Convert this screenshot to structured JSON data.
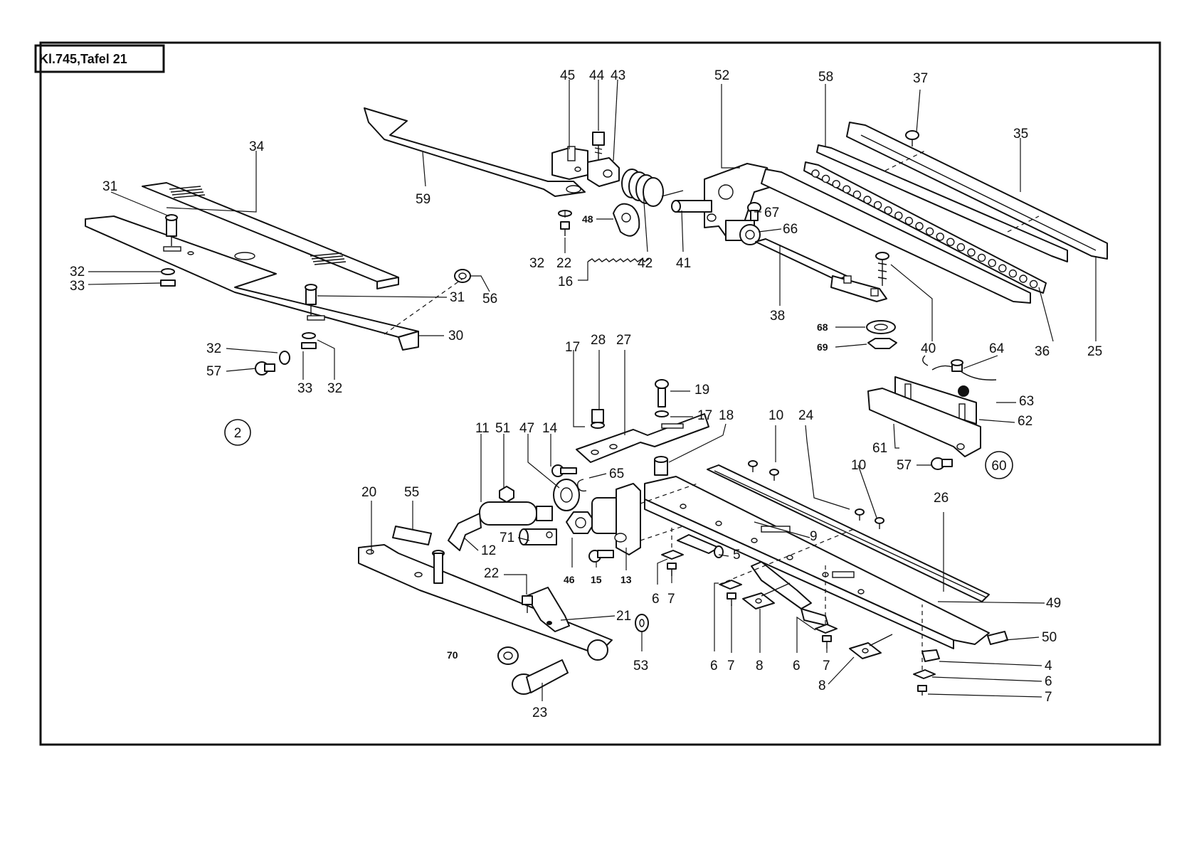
{
  "sheet_title": "Kl.745,Tafel 21",
  "group_labels": [
    "2",
    "60"
  ],
  "part_labels": [
    {
      "id": "p45",
      "text": "45"
    },
    {
      "id": "p44",
      "text": "44"
    },
    {
      "id": "p43",
      "text": "43"
    },
    {
      "id": "p52",
      "text": "52"
    },
    {
      "id": "p58",
      "text": "58"
    },
    {
      "id": "p37",
      "text": "37"
    },
    {
      "id": "p35",
      "text": "35"
    },
    {
      "id": "p34",
      "text": "34"
    },
    {
      "id": "p31a",
      "text": "31"
    },
    {
      "id": "p59",
      "text": "59"
    },
    {
      "id": "p48",
      "text": "48"
    },
    {
      "id": "p67",
      "text": "67"
    },
    {
      "id": "p66",
      "text": "66"
    },
    {
      "id": "p32a",
      "text": "32"
    },
    {
      "id": "p33a",
      "text": "33"
    },
    {
      "id": "p32b",
      "text": "32"
    },
    {
      "id": "p22a",
      "text": "22"
    },
    {
      "id": "p42",
      "text": "42"
    },
    {
      "id": "p41",
      "text": "41"
    },
    {
      "id": "p16",
      "text": "16"
    },
    {
      "id": "p31b",
      "text": "31"
    },
    {
      "id": "p56",
      "text": "56"
    },
    {
      "id": "p38",
      "text": "38"
    },
    {
      "id": "p30",
      "text": "30"
    },
    {
      "id": "p68",
      "text": "68"
    },
    {
      "id": "p69",
      "text": "69"
    },
    {
      "id": "p40",
      "text": "40"
    },
    {
      "id": "p64",
      "text": "64"
    },
    {
      "id": "p36",
      "text": "36"
    },
    {
      "id": "p25",
      "text": "25"
    },
    {
      "id": "p32c",
      "text": "32"
    },
    {
      "id": "p57a",
      "text": "57"
    },
    {
      "id": "p33b",
      "text": "33"
    },
    {
      "id": "p32d",
      "text": "32"
    },
    {
      "id": "p17a",
      "text": "17"
    },
    {
      "id": "p28",
      "text": "28"
    },
    {
      "id": "p27",
      "text": "27"
    },
    {
      "id": "p19",
      "text": "19"
    },
    {
      "id": "p63",
      "text": "63"
    },
    {
      "id": "p17b",
      "text": "17"
    },
    {
      "id": "p18",
      "text": "18"
    },
    {
      "id": "p10a",
      "text": "10"
    },
    {
      "id": "p24",
      "text": "24"
    },
    {
      "id": "p62",
      "text": "62"
    },
    {
      "id": "p11",
      "text": "11"
    },
    {
      "id": "p51",
      "text": "51"
    },
    {
      "id": "p47",
      "text": "47"
    },
    {
      "id": "p14",
      "text": "14"
    },
    {
      "id": "p61",
      "text": "61"
    },
    {
      "id": "p57b",
      "text": "57"
    },
    {
      "id": "p10b",
      "text": "10"
    },
    {
      "id": "p65",
      "text": "65"
    },
    {
      "id": "p20",
      "text": "20"
    },
    {
      "id": "p55",
      "text": "55"
    },
    {
      "id": "p26",
      "text": "26"
    },
    {
      "id": "p9",
      "text": "9"
    },
    {
      "id": "p71",
      "text": "71"
    },
    {
      "id": "p12",
      "text": "12"
    },
    {
      "id": "p5",
      "text": "5"
    },
    {
      "id": "p22b",
      "text": "22"
    },
    {
      "id": "p46",
      "text": "46"
    },
    {
      "id": "p15",
      "text": "15"
    },
    {
      "id": "p13",
      "text": "13"
    },
    {
      "id": "p6a",
      "text": "6"
    },
    {
      "id": "p7a",
      "text": "7"
    },
    {
      "id": "p49",
      "text": "49"
    },
    {
      "id": "p21",
      "text": "21"
    },
    {
      "id": "p50",
      "text": "50"
    },
    {
      "id": "p70",
      "text": "70"
    },
    {
      "id": "p53",
      "text": "53"
    },
    {
      "id": "p6b",
      "text": "6"
    },
    {
      "id": "p7b",
      "text": "7"
    },
    {
      "id": "p8a",
      "text": "8"
    },
    {
      "id": "p6c",
      "text": "6"
    },
    {
      "id": "p7c",
      "text": "7"
    },
    {
      "id": "p4",
      "text": "4"
    },
    {
      "id": "p6d",
      "text": "6"
    },
    {
      "id": "p8b",
      "text": "8"
    },
    {
      "id": "p7d",
      "text": "7"
    },
    {
      "id": "p23",
      "text": "23"
    }
  ]
}
